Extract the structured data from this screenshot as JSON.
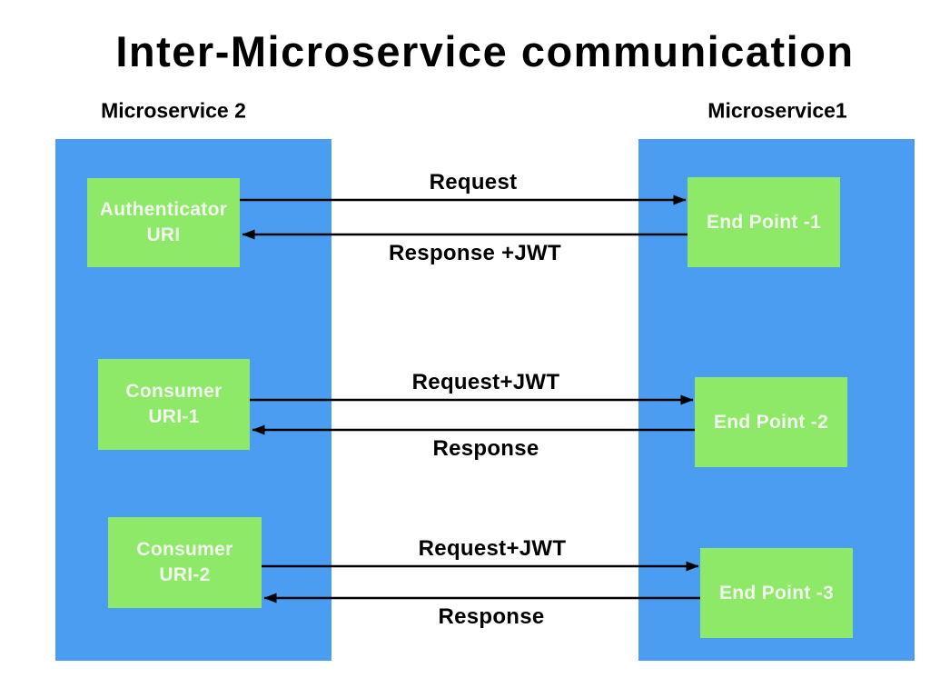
{
  "title": "Inter-Microservice communication",
  "columns": {
    "left": {
      "label": "Microservice 2"
    },
    "right": {
      "label": "Microservice1"
    }
  },
  "nodes": {
    "authenticator": {
      "line1": "Authenticator",
      "line2": "URI"
    },
    "consumer1": {
      "line1": "Consumer",
      "line2": "URI-1"
    },
    "consumer2": {
      "line1": "Consumer",
      "line2": "URI-2"
    },
    "endpoint1": {
      "label": "End Point -1"
    },
    "endpoint2": {
      "label": "End Point -2"
    },
    "endpoint3": {
      "label": "End Point -3"
    }
  },
  "messages": {
    "row1_request": "Request",
    "row1_response": "Response +JWT",
    "row2_request": "Request+JWT",
    "row2_response": "Response",
    "row3_request": "Request+JWT",
    "row3_response": "Response"
  },
  "colors": {
    "column_blue": "#4a9df1",
    "node_green": "#8fe968",
    "arrow_black": "#000000"
  }
}
